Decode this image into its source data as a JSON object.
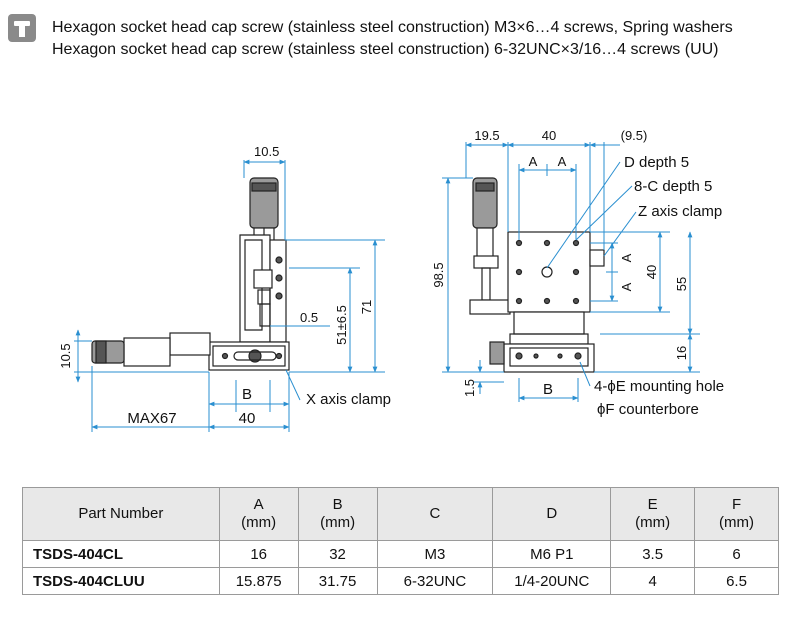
{
  "header": {
    "icon": "hex-key-icon",
    "line1": "Hexagon socket head cap screw (stainless steel construction) M3×6…4 screws, Spring washers",
    "line2": "Hexagon socket head cap screw (stainless steel construction) 6-32UNC×3/16…4 screws (UU)"
  },
  "left_view": {
    "dim_top": "10.5",
    "dim_gap": "0.5",
    "dim_travel": "51±6.5",
    "dim_height": "71",
    "dim_left_height": "10.5",
    "dim_b": "B",
    "dim_width": "40",
    "dim_max": "MAX67",
    "label_x_clamp": "X axis clamp"
  },
  "right_view": {
    "dim_19_5": "19.5",
    "dim_40_top": "40",
    "dim_9_5": "(9.5)",
    "dim_a1": "A",
    "dim_a2": "A",
    "dim_98_5": "98.5",
    "dim_a_side1": "A",
    "dim_a_side2": "A",
    "dim_40_side": "40",
    "dim_55": "55",
    "dim_16": "16",
    "dim_1_5": "1.5",
    "dim_b": "B",
    "label_d_depth": "D depth 5",
    "label_c_depth": "8-C depth 5",
    "label_z_clamp": "Z axis clamp",
    "label_mount_hole": "4-ϕE mounting hole",
    "label_counterbore": "ϕF counterbore"
  },
  "table": {
    "headers": [
      {
        "line1": "Part Number",
        "line2": ""
      },
      {
        "line1": "A",
        "line2": "(mm)"
      },
      {
        "line1": "B",
        "line2": "(mm)"
      },
      {
        "line1": "C",
        "line2": ""
      },
      {
        "line1": "D",
        "line2": ""
      },
      {
        "line1": "E",
        "line2": "(mm)"
      },
      {
        "line1": "F",
        "line2": "(mm)"
      }
    ],
    "rows": [
      [
        "TSDS-404CL",
        "16",
        "32",
        "M3",
        "M6 P1",
        "3.5",
        "6"
      ],
      [
        "TSDS-404CLUU",
        "15.875",
        "31.75",
        "6-32UNC",
        "1/4-20UNC",
        "4",
        "6.5"
      ]
    ]
  },
  "colors": {
    "dimension_line": "#2a8fd0",
    "outline": "#222222",
    "header_icon": "#8a8a8a",
    "table_header_bg": "#e8e8e8"
  }
}
